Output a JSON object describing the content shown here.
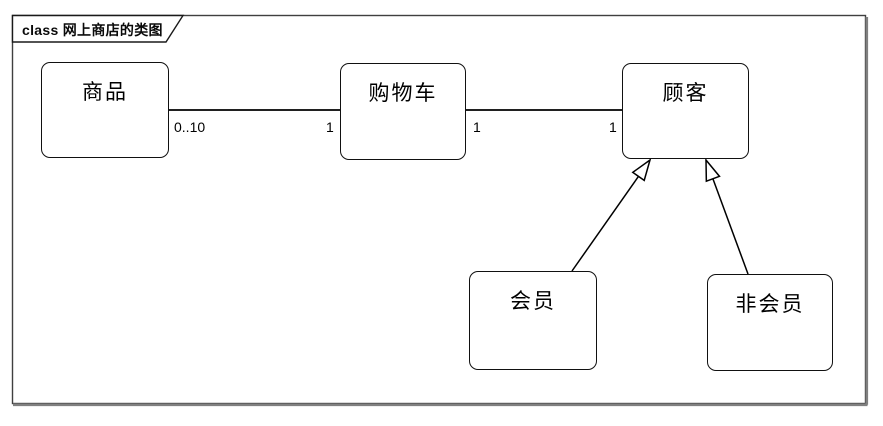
{
  "frame": {
    "kind": "class-diagram-frame",
    "title": "class 网上商店的类图"
  },
  "classes": [
    {
      "name": "商品"
    },
    {
      "name": "购物车"
    },
    {
      "name": "顾客"
    },
    {
      "name": "会员"
    },
    {
      "name": "非会员"
    }
  ],
  "associations": [
    {
      "from": "商品",
      "to": "购物车",
      "from_multiplicity": "0..10",
      "to_multiplicity": "1"
    },
    {
      "from": "购物车",
      "to": "顾客",
      "from_multiplicity": "1",
      "to_multiplicity": "1"
    }
  ],
  "generalizations": [
    {
      "child": "会员",
      "parent": "顾客"
    },
    {
      "child": "非会员",
      "parent": "顾客"
    }
  ],
  "colors": {
    "line": "#000000",
    "box_border": "#111111",
    "box_fill": "#ffffff",
    "frame_border": "#3f3f3f",
    "frame_shadow": "#808080",
    "background": "#ffffff"
  }
}
